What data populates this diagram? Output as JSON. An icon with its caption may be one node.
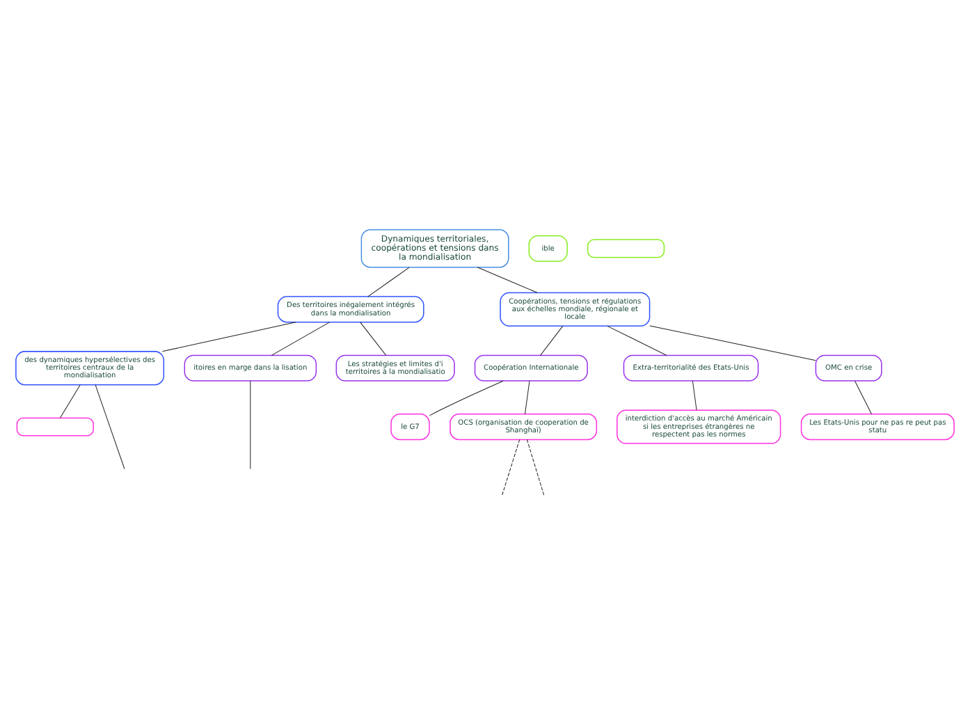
{
  "diagram": {
    "nodes": [
      {
        "text": [
          "Dynamiques territoriales, coopérations et tensions dans la mondialisation"
        ]
      },
      {
        "text": [
          "Des territoires inégalement intégrés dans la mondialisation"
        ]
      },
      {
        "text": [
          "des dynamiques hypersélectives des territoires centraux de la mondialisation"
        ]
      },
      {
        "text": [],
        "shape": "box"
      },
      {
        "text": [
          "itoires en marge dans la lisation"
        ]
      },
      {
        "text": [
          "Les stratégies et limites d'i territoires à la mondialisatio"
        ]
      },
      {
        "text": [
          "ible"
        ]
      },
      {
        "text": [],
        "shape": "box"
      },
      {
        "text": [
          "Coopérations, tensions et régulations aux échelles mondiale, régionale et locale"
        ]
      },
      {
        "text": [
          "Coopération Internationale"
        ]
      },
      {
        "text": [
          "le G7"
        ]
      },
      {
        "text": [
          "OCS (organisation de cooperation de Shanghaï)"
        ]
      },
      {
        "text": [
          "Extra-territorialité des Etats-Unis"
        ]
      },
      {
        "text": [
          "interdiction d'accès au marché Américain si les entreprises étrangères ne respectent pas les normes"
        ]
      },
      {
        "text": [
          "OMC en crise"
        ]
      },
      {
        "text": [
          "Les Etats-Unis pour ne pas re peut pas statu"
        ]
      }
    ],
    "edges": [
      {
        "from": 0,
        "to": 1,
        "arrow": "none"
      },
      {
        "from": 1,
        "to": 2,
        "arrow": "none"
      },
      {
        "from": 2,
        "to": 3,
        "arrow": "none"
      },
      {
        "from": 2,
        "to": null,
        "arrow": "none"
      },
      {
        "from": 1,
        "to": 4,
        "arrow": "none"
      },
      {
        "from": 4,
        "to": null,
        "arrow": "none"
      },
      {
        "from": 1,
        "to": 5,
        "arrow": "none"
      },
      {
        "from": 0,
        "to": 8,
        "arrow": "none"
      },
      {
        "from": 8,
        "to": 9,
        "arrow": "none"
      },
      {
        "from": 8,
        "to": 12,
        "arrow": "none"
      },
      {
        "from": 8,
        "to": 14,
        "arrow": "none"
      },
      {
        "from": 9,
        "to": 10,
        "arrow": "none"
      },
      {
        "from": 9,
        "to": 11,
        "arrow": "none"
      },
      {
        "from": 12,
        "to": 13,
        "arrow": "none"
      },
      {
        "from": 14,
        "to": 15,
        "arrow": "none"
      },
      {
        "from": 11,
        "to": null,
        "arrow": "none",
        "style": "dashed"
      },
      {
        "from": 11,
        "to": null,
        "arrow": "none",
        "style": "dashed"
      }
    ]
  }
}
